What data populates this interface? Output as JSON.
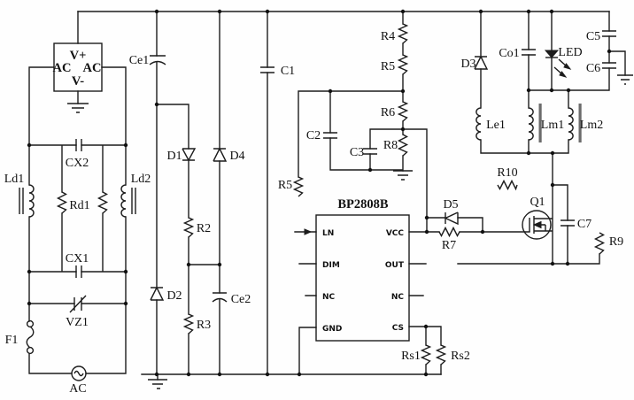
{
  "diagram": {
    "kind": "led-driver-circuit-schematic",
    "colors": {
      "wire": "#1c1c1c",
      "background": "#fefefe"
    },
    "ic": {
      "part_number": "BP2808B",
      "pins_left": [
        "LN",
        "DIM",
        "NC",
        "GND"
      ],
      "pins_right": [
        "VCC",
        "OUT",
        "NC",
        "CS"
      ]
    },
    "bridge": {
      "v_plus": "V+",
      "ac_left": "AC",
      "ac_right": "AC",
      "v_minus": "V-"
    },
    "labels": {
      "f1": "F1",
      "ac_source": "AC",
      "vz1": "VZ1",
      "cx1": "CX1",
      "cx2": "CX2",
      "ld1": "Ld1",
      "ld2": "Ld2",
      "rd1": "Rd1",
      "ce1": "Ce1",
      "ce2": "Ce2",
      "c1": "C1",
      "d1": "D1",
      "d2": "D2",
      "d4": "D4",
      "r2": "R2",
      "r3": "R3",
      "r4": "R4",
      "r5_top": "R5",
      "r5_sense": "R5",
      "r6": "R6",
      "r8": "R8",
      "c2": "C2",
      "c3": "C3",
      "d5": "D5",
      "r7": "R7",
      "rs1": "Rs1",
      "rs2": "Rs2",
      "d3": "D3",
      "co1": "Co1",
      "led": "LED",
      "c5": "C5",
      "c6": "C6",
      "le1": "Le1",
      "lm1": "Lm1",
      "lm2": "Lm2",
      "r10": "R10",
      "q1": "Q1",
      "c7": "C7",
      "r9": "R9"
    }
  }
}
